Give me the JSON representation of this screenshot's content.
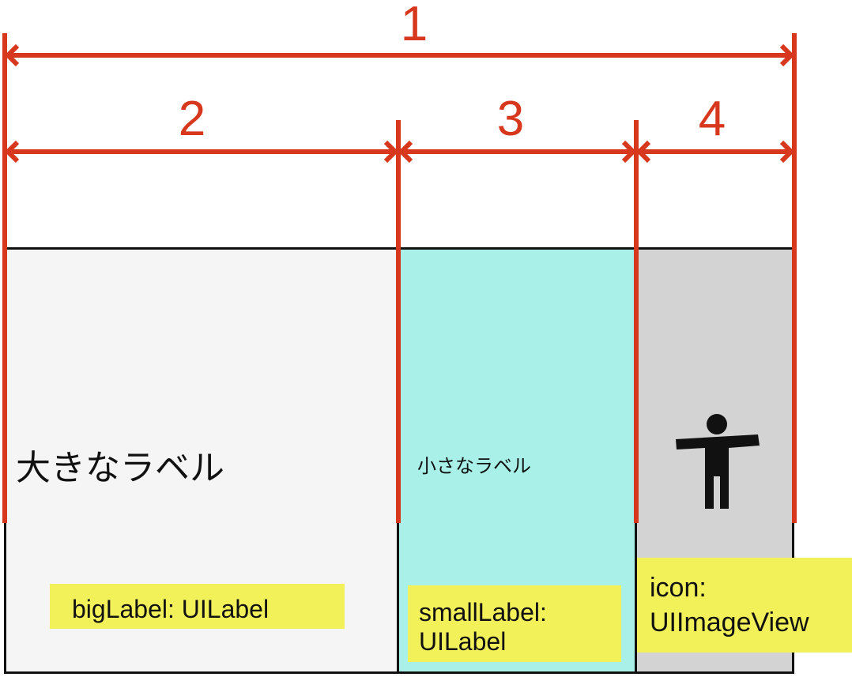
{
  "dimensions": {
    "labels": [
      "1",
      "2",
      "3",
      "4"
    ],
    "color": "#d7371c"
  },
  "columns": {
    "big": {
      "text": "大きなラベル",
      "tag": "bigLabel: UILabel",
      "background": "#f5f5f5"
    },
    "small": {
      "text": "小さなラベル",
      "tag_lines": [
        "smallLabel:",
        "UILabel"
      ],
      "background": "#a8f0e8"
    },
    "icon": {
      "icon": "person-arms-spread-icon",
      "tag_lines": [
        "icon:",
        "UIImageView"
      ],
      "background": "#d3d3d3"
    }
  },
  "tag_color": "#f3f15a"
}
